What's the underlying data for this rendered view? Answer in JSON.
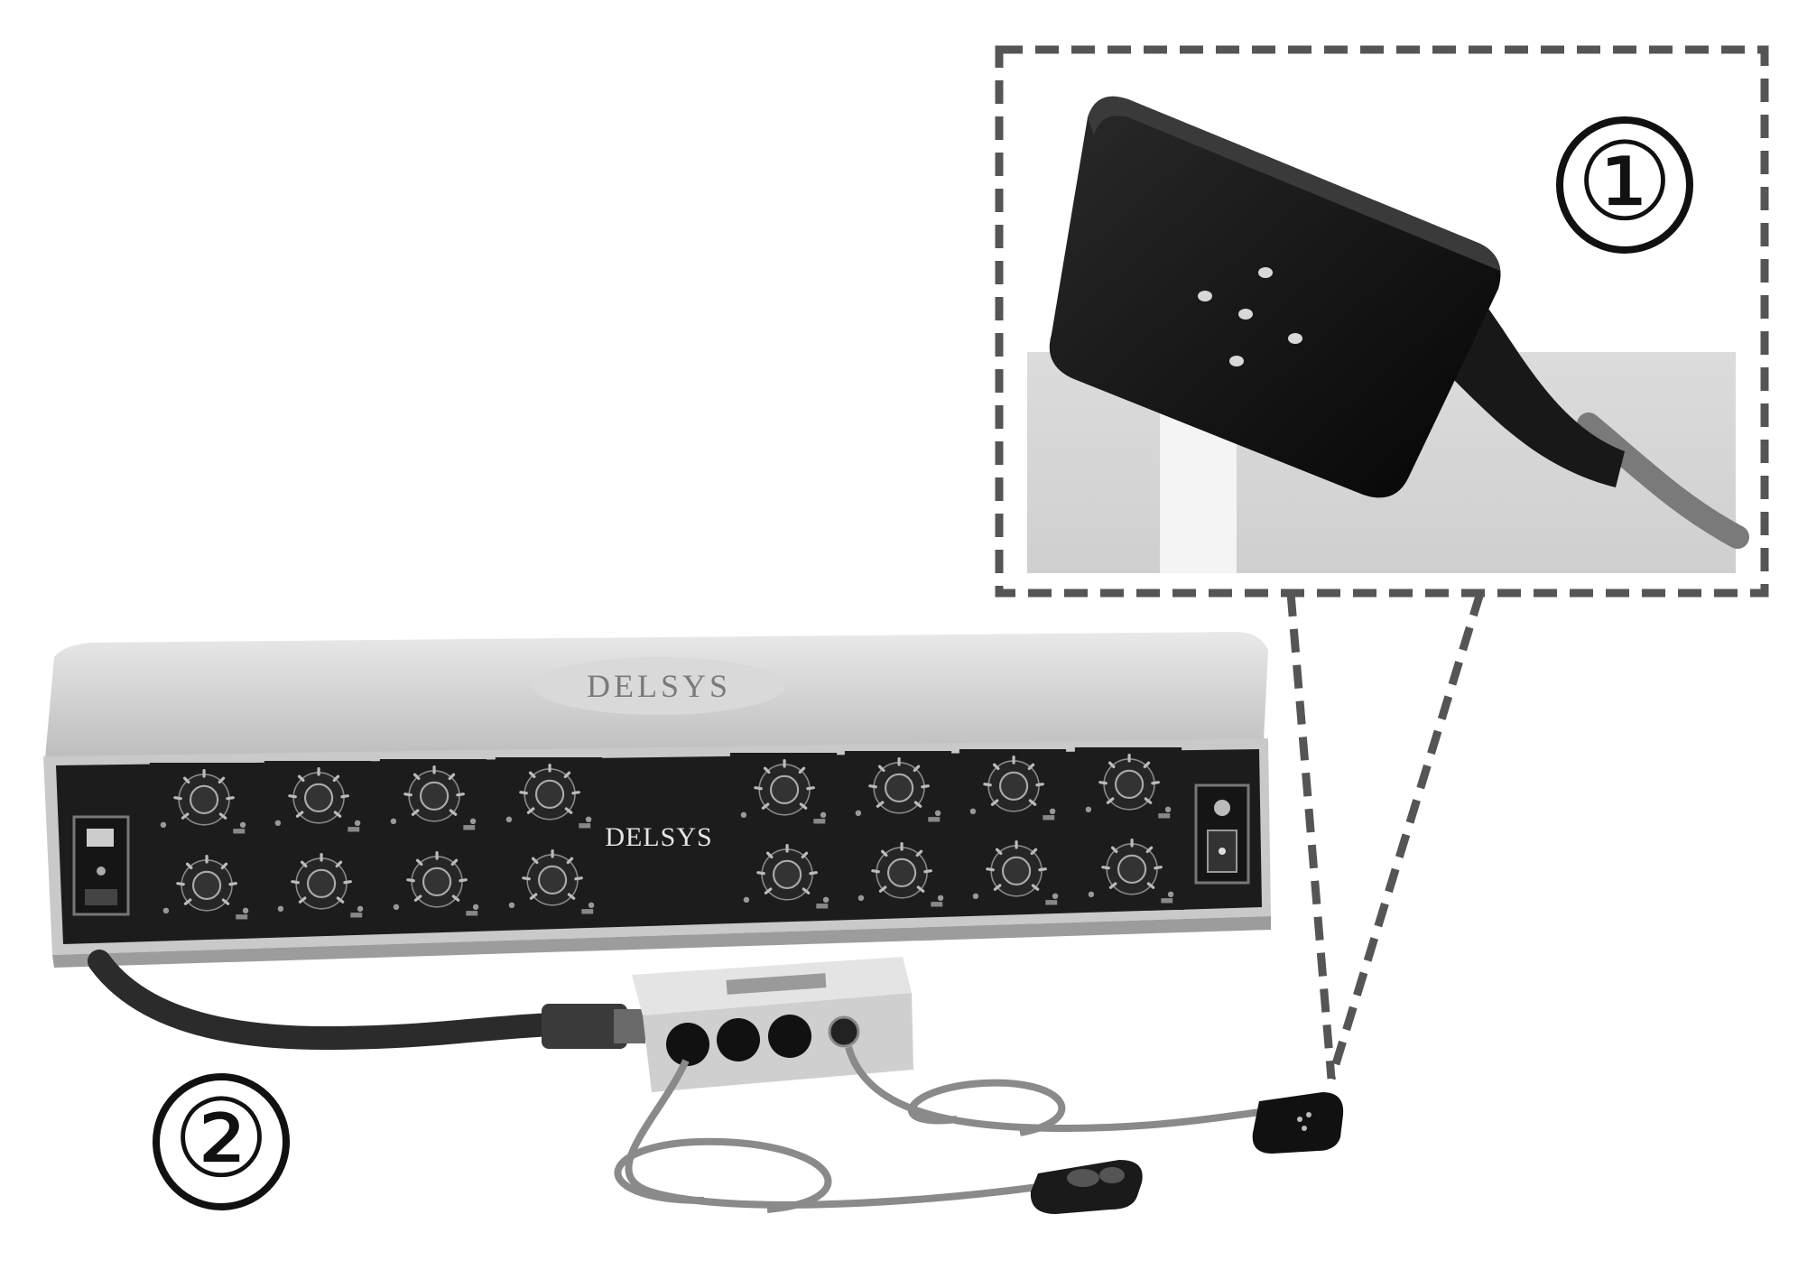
{
  "labels": {
    "marker_1": "①",
    "marker_2": "②"
  },
  "amplifier": {
    "front_brand": "DELSYS",
    "top_brand": "DELSYS",
    "knob_rows": 2,
    "knob_left_cols": 4,
    "knob_right_cols": 4
  },
  "colors": {
    "device_body": "#cfcfcf",
    "front_panel": "#1c1c1c",
    "cable": "#2e2e2e",
    "sensor": "#111111",
    "dash_border": "#555555"
  }
}
